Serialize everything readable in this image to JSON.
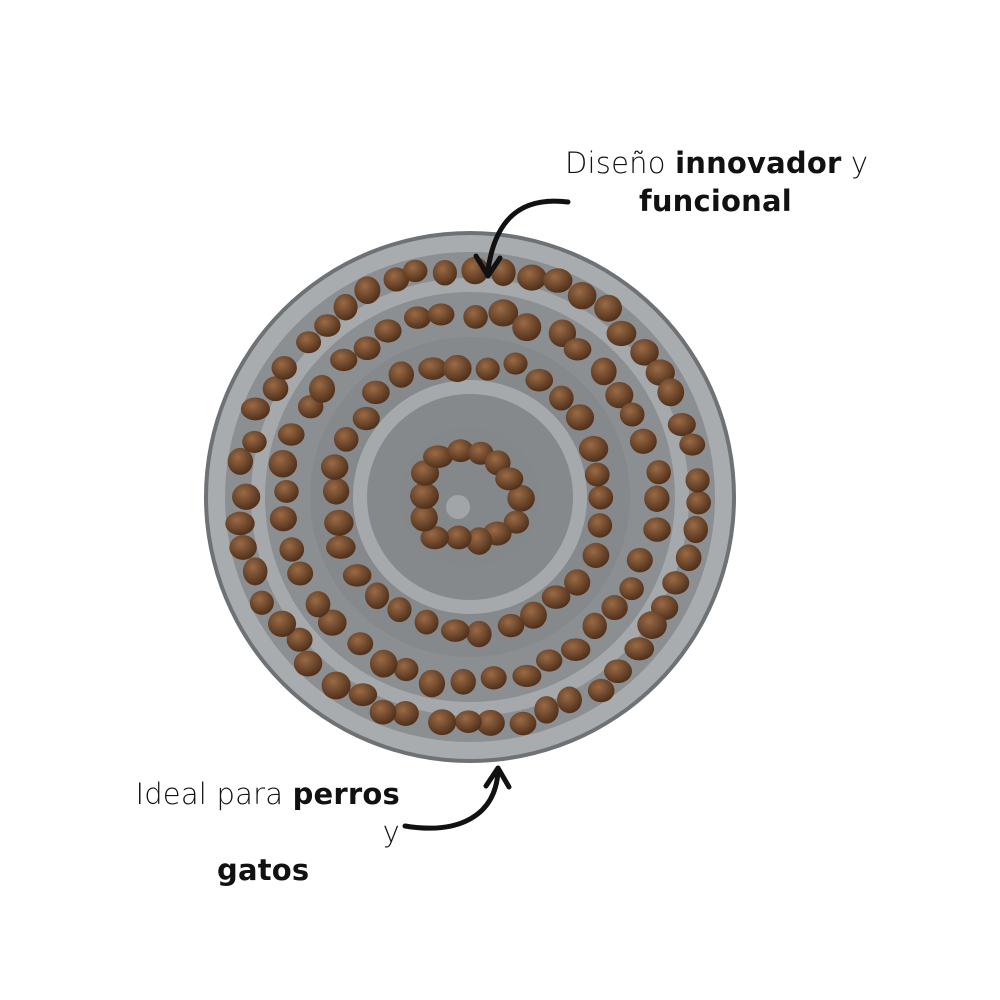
{
  "caption_top": {
    "prefix": "Diseño ",
    "bold1": "innovador",
    "suffix": " y",
    "bold2": "funcional"
  },
  "caption_bottom": {
    "prefix": "Ideal para ",
    "bold1": "perros",
    "suffix": " y",
    "bold2": "gatos"
  },
  "colors": {
    "bowl": "#8f9396",
    "rim": "#b9bcbe",
    "kibble": "#6b4226",
    "text": "#111111"
  }
}
